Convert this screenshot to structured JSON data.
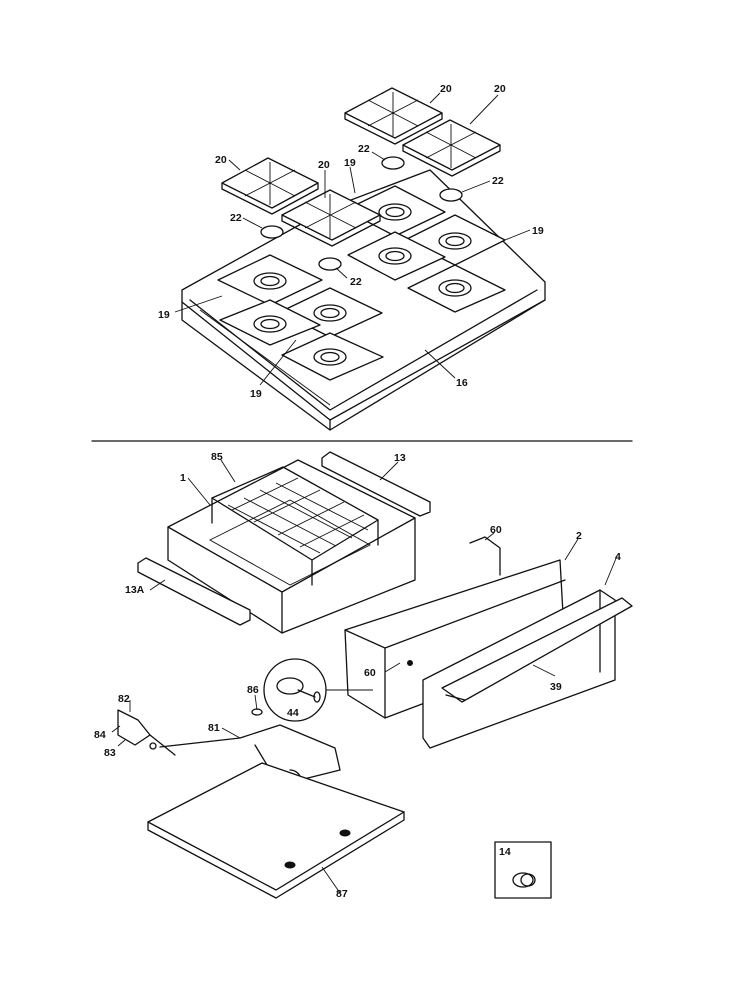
{
  "part_labels": {
    "grate_a": "20",
    "grate_b": "20",
    "grate_c": "20",
    "grate_d": "20",
    "cap_a": "22",
    "cap_b": "22",
    "cap_c": "22",
    "cap_d": "22",
    "pan_a": "19",
    "pan_b": "19",
    "pan_c": "19",
    "pan_d": "19",
    "cooktop": "16",
    "rack": "85",
    "oven_liner": "1",
    "side_rail_right": "13",
    "side_rail_left": "13A",
    "door_spring": "60",
    "door_clip": "60",
    "door_inner": "2",
    "door_outer": "4",
    "door_handle": "39",
    "knob_callout": "44",
    "fastener": "86",
    "burner_tube": "81",
    "valve": "82",
    "valve_bracket": "84",
    "orifice": "83",
    "bottom_panel": "87",
    "control_knob": "14"
  }
}
